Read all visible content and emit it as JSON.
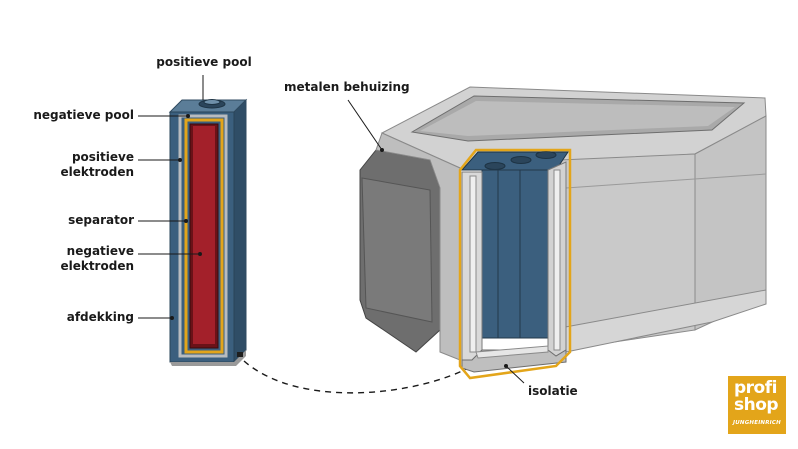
{
  "labels": {
    "positive_pole": "positieve pool",
    "negative_pole": "negatieve pool",
    "positive_electrodes_l1": "positieve",
    "positive_electrodes_l2": "elektroden",
    "separator": "separator",
    "negative_electrodes_l1": "negatieve",
    "negative_electrodes_l2": "elektroden",
    "cover": "afdekking",
    "metal_housing": "metalen behuizing",
    "insulation": "isolatie"
  },
  "logo": {
    "line1": "profi",
    "line2": "shop",
    "brand": "JUNGHEINRICH"
  },
  "colors": {
    "cell_blue": "#3b5f7e",
    "electrode_red": "#a3202a",
    "separator_orange": "#e3a51a",
    "housing_grey": "#c8c8c8",
    "dark_grey": "#6e6e6e",
    "logo_bg": "#e3a51a"
  }
}
